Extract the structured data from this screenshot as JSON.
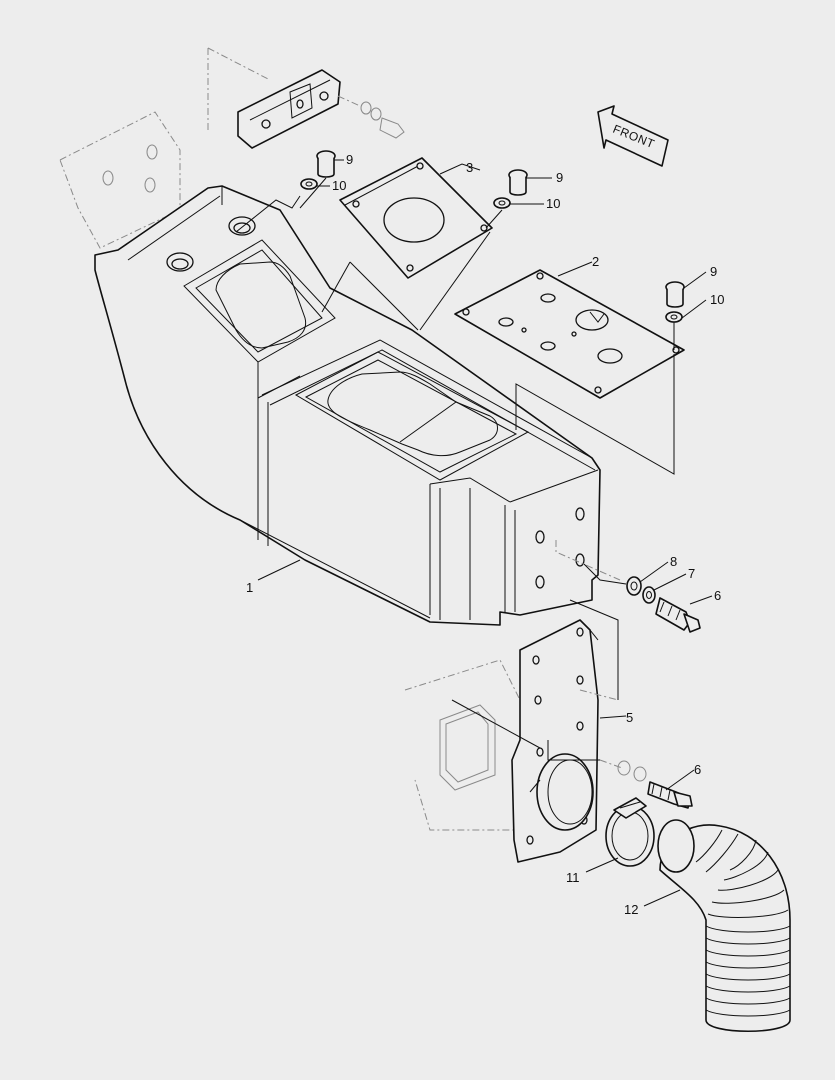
{
  "diagram": {
    "direction_label": "FRONT",
    "callouts": [
      {
        "id": "c1",
        "text": "1"
      },
      {
        "id": "c2",
        "text": "2"
      },
      {
        "id": "c3",
        "text": "3"
      },
      {
        "id": "c5",
        "text": "5"
      },
      {
        "id": "c6a",
        "text": "6"
      },
      {
        "id": "c6b",
        "text": "6"
      },
      {
        "id": "c7",
        "text": "7"
      },
      {
        "id": "c8",
        "text": "8"
      },
      {
        "id": "c9a",
        "text": "9"
      },
      {
        "id": "c9b",
        "text": "9"
      },
      {
        "id": "c9c",
        "text": "9"
      },
      {
        "id": "c10a",
        "text": "10"
      },
      {
        "id": "c10b",
        "text": "10"
      },
      {
        "id": "c10c",
        "text": "10"
      },
      {
        "id": "c11",
        "text": "11"
      },
      {
        "id": "c12",
        "text": "12"
      }
    ]
  }
}
